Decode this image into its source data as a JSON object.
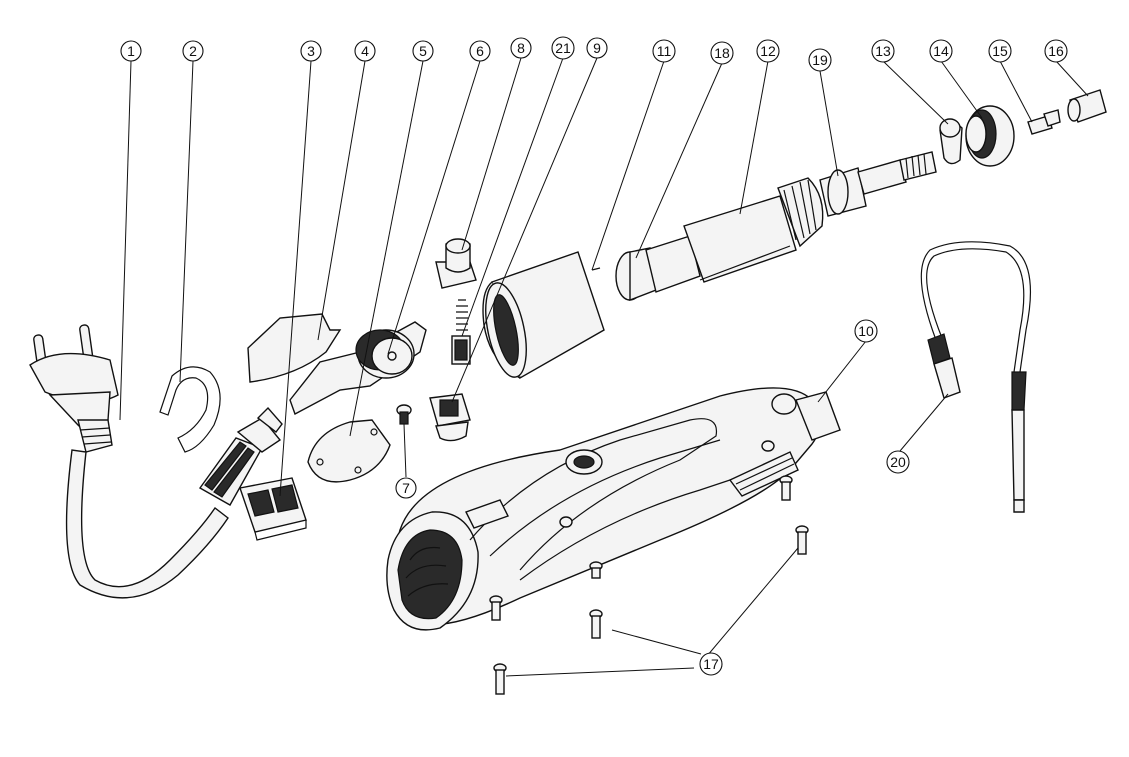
{
  "callouts": [
    {
      "id": "c1",
      "label": "1"
    },
    {
      "id": "c2",
      "label": "2"
    },
    {
      "id": "c3",
      "label": "3"
    },
    {
      "id": "c4",
      "label": "4"
    },
    {
      "id": "c5",
      "label": "5"
    },
    {
      "id": "c6",
      "label": "6"
    },
    {
      "id": "c8",
      "label": "8"
    },
    {
      "id": "c21",
      "label": "21"
    },
    {
      "id": "c9",
      "label": "9"
    },
    {
      "id": "c11",
      "label": "11"
    },
    {
      "id": "c18",
      "label": "18"
    },
    {
      "id": "c12",
      "label": "12"
    },
    {
      "id": "c19",
      "label": "19"
    },
    {
      "id": "c13",
      "label": "13"
    },
    {
      "id": "c14",
      "label": "14"
    },
    {
      "id": "c15",
      "label": "15"
    },
    {
      "id": "c16",
      "label": "16"
    },
    {
      "id": "c10",
      "label": "10"
    },
    {
      "id": "c7",
      "label": "7"
    },
    {
      "id": "c20",
      "label": "20"
    },
    {
      "id": "c17",
      "label": "17"
    }
  ]
}
